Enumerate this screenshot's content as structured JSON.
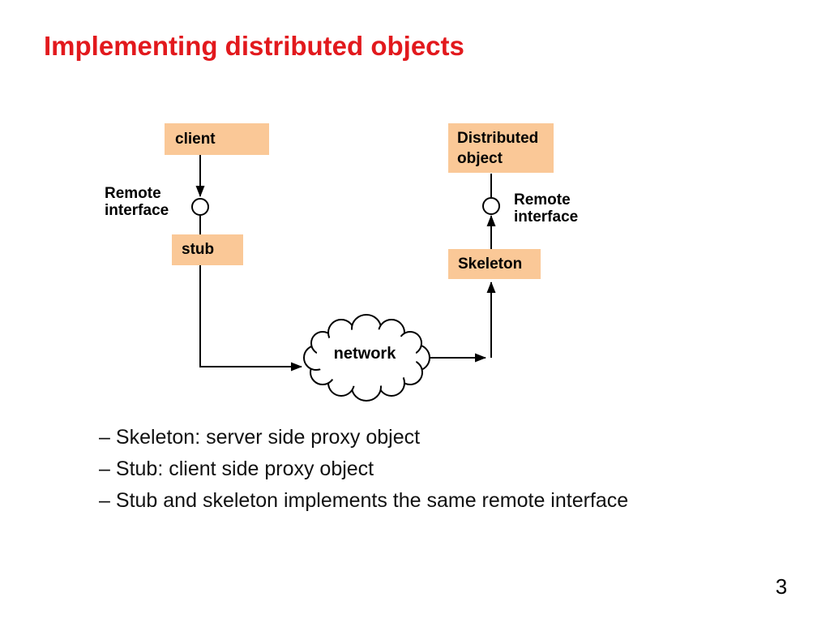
{
  "slide": {
    "title": "Implementing distributed objects",
    "page_number": "3",
    "colors": {
      "title": "#e2191d",
      "box_fill": "#fac897",
      "line": "#000000",
      "text": "#111111"
    }
  },
  "diagram": {
    "nodes": {
      "client": {
        "label": "client"
      },
      "distributed_object": {
        "label": "Distributed\nobject"
      },
      "stub": {
        "label": "stub"
      },
      "skeleton": {
        "label": "Skeleton"
      }
    },
    "labels": {
      "remote_interface_left": "Remote\ninterface",
      "remote_interface_right": "Remote\ninterface",
      "network": "network"
    }
  },
  "bullets": {
    "marker": "–",
    "items": [
      "Skeleton: server side proxy object",
      "Stub: client side proxy object",
      "Stub and skeleton implements the same remote interface"
    ]
  }
}
